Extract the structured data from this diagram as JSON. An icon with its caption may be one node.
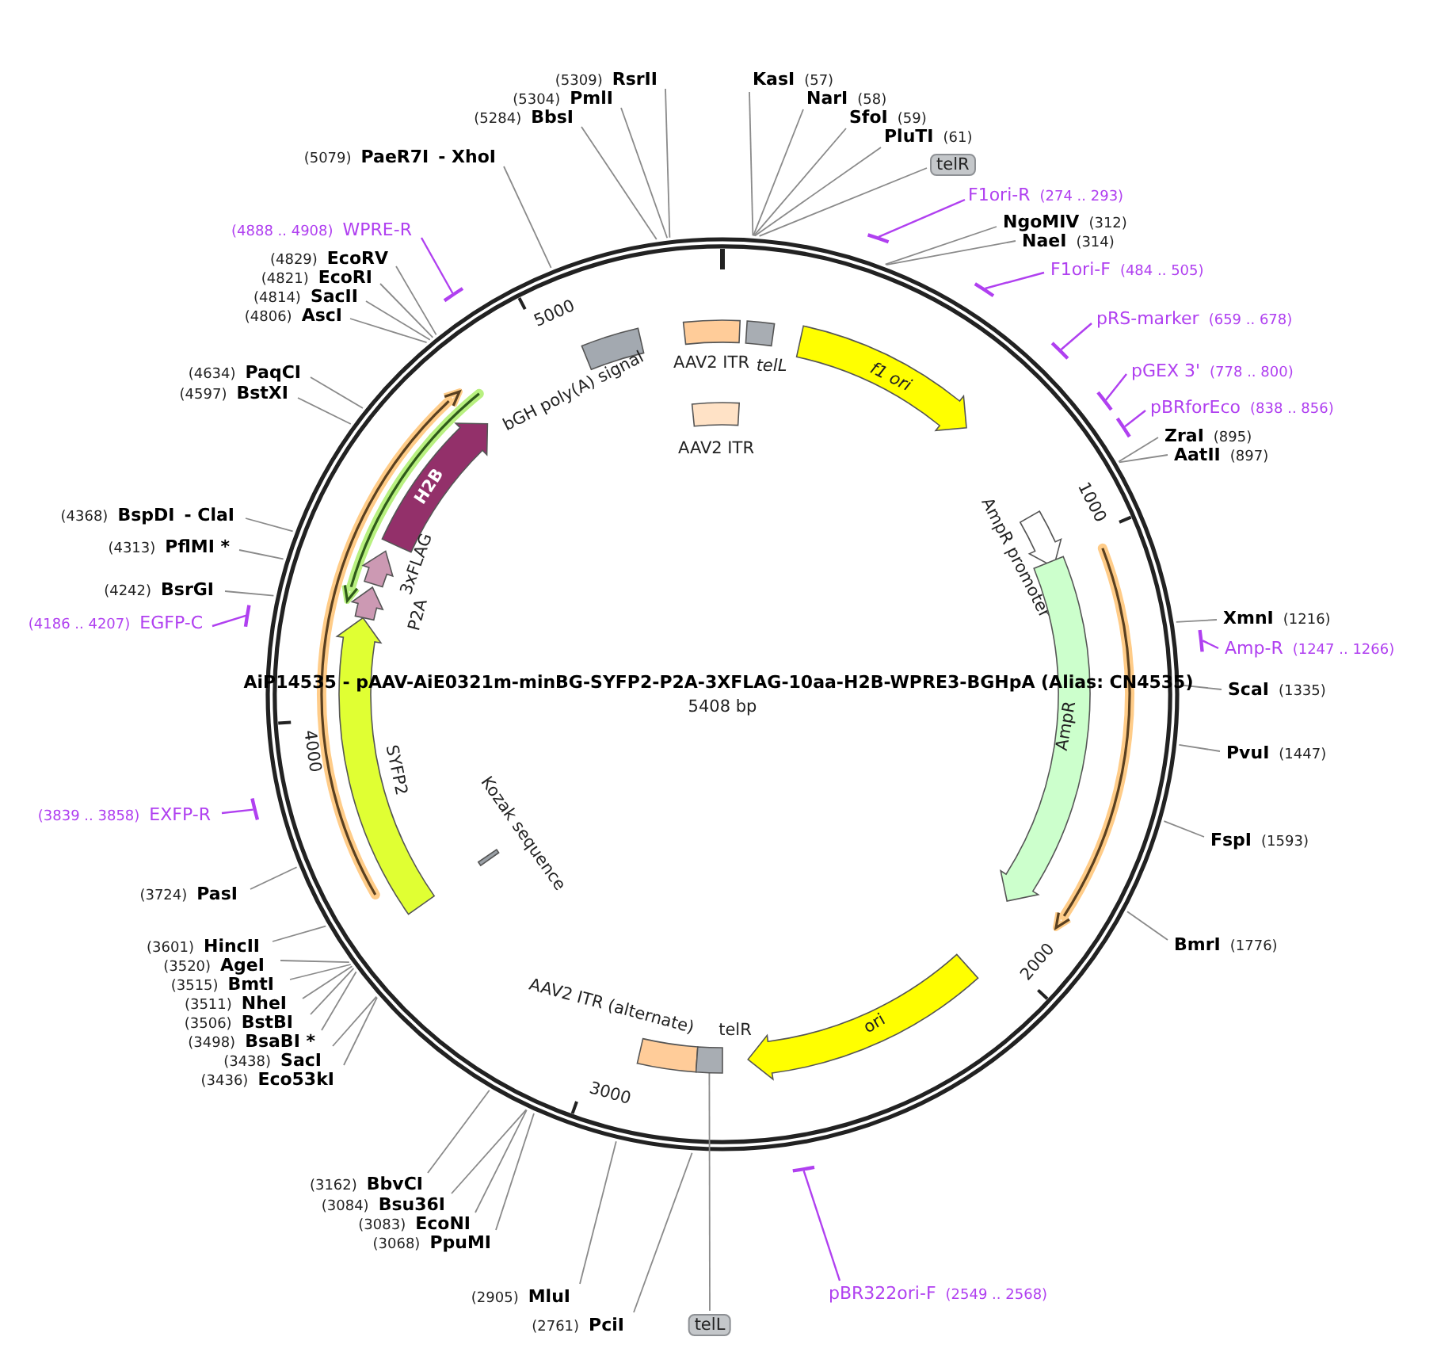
{
  "diagram": {
    "title": "AiP14535 - pAAV-AiE0321m-minBG-SYFP2-P2A-3XFLAG-10aa-H2B-WPRE3-BGHpA (Alias: CN4535)",
    "nodes": [
      {
        "text": [
          "(5309)",
          "RsrII"
        ]
      },
      {
        "text": [
          "(5304)",
          "PmlI"
        ]
      },
      {
        "text": [
          "(5284)",
          "BbsI"
        ]
      },
      {
        "text": [
          "KasI",
          "(57)"
        ]
      },
      {
        "text": [
          "NarI",
          "(58)"
        ]
      },
      {
        "text": [
          "SfoI",
          "(59)"
        ]
      },
      {
        "text": [
          "PluTI",
          "(61)"
        ]
      },
      {
        "text": [
          "(5079)",
          "PaeR7I",
          "- XhoI"
        ]
      },
      {
        "text": [
          "telR"
        ]
      },
      {
        "text": [
          "F1ori-R",
          "(274 .. 293)"
        ]
      },
      {
        "text": [
          "NgoMIV",
          "(312)"
        ]
      },
      {
        "text": [
          "NaeI",
          "(314)"
        ]
      },
      {
        "text": [
          "(4888 .. 4908)",
          "WPRE-R"
        ]
      },
      {
        "text": [
          "(4829)",
          "EcoRV"
        ]
      },
      {
        "text": [
          "(4821)",
          "EcoRI"
        ]
      },
      {
        "text": [
          "(4814)",
          "SacII"
        ]
      },
      {
        "text": [
          "(4806)",
          "AscI"
        ]
      },
      {
        "text": [
          "F1ori-F",
          "(484 .. 505)"
        ]
      },
      {
        "text": [
          "pRS-marker",
          "(659 .. 678)"
        ]
      },
      {
        "text": [
          "(4634)",
          "PaqCI"
        ]
      },
      {
        "text": [
          "(4597)",
          "BstXI"
        ]
      },
      {
        "text": [
          "pGEX 3'",
          "(778 .. 800)"
        ]
      },
      {
        "text": [
          "pBRforEco",
          "(838 .. 856)"
        ]
      },
      {
        "text": [
          "ZraI",
          "(895)"
        ]
      },
      {
        "text": [
          "AatII",
          "(897)"
        ]
      },
      {
        "text": [
          "(4368)",
          "BspDI",
          "- ClaI"
        ]
      },
      {
        "text": [
          "(4313)",
          "PflMI *"
        ]
      },
      {
        "text": [
          "(4242)",
          "BsrGI"
        ]
      },
      {
        "text": [
          "XmnI",
          "(1216)"
        ]
      },
      {
        "text": [
          "(4186 .. 4207)",
          "EGFP-C"
        ]
      },
      {
        "text": [
          "Amp-R",
          "(1247 .. 1266)"
        ]
      },
      {
        "text": [
          "ScaI",
          "(1335)"
        ]
      },
      {
        "text": [
          "PvuI",
          "(1447)"
        ]
      },
      {
        "text": [
          "(3839 .. 3858)",
          "EXFP-R"
        ]
      },
      {
        "text": [
          "FspI",
          "(1593)"
        ]
      },
      {
        "text": [
          "(3724)",
          "PasI"
        ]
      },
      {
        "text": [
          "BmrI",
          "(1776)"
        ]
      },
      {
        "text": [
          "(3601)",
          "HincII"
        ]
      },
      {
        "text": [
          "(3520)",
          "AgeI"
        ]
      },
      {
        "text": [
          "(3515)",
          "BmtI"
        ]
      },
      {
        "text": [
          "(3511)",
          "NheI"
        ]
      },
      {
        "text": [
          "(3506)",
          "BstBI"
        ]
      },
      {
        "text": [
          "(3498)",
          "BsaBI *"
        ]
      },
      {
        "text": [
          "(3438)",
          "SacI"
        ]
      },
      {
        "text": [
          "(3436)",
          "Eco53kI"
        ]
      },
      {
        "text": [
          "(3162)",
          "BbvCI"
        ]
      },
      {
        "text": [
          "(3084)",
          "Bsu36I"
        ]
      },
      {
        "text": [
          "(3083)",
          "EcoNI"
        ]
      },
      {
        "text": [
          "(3068)",
          "PpuMI"
        ]
      },
      {
        "text": [
          "(2905)",
          "MluI"
        ]
      },
      {
        "text": [
          "pBR322ori-F",
          "(2549 .. 2568)"
        ]
      },
      {
        "text": [
          "(2761)",
          "PciI"
        ]
      },
      {
        "text": [
          "telL"
        ]
      },
      {
        "text": [
          "AAV2 ITR"
        ]
      },
      {
        "text": [
          "telL"
        ]
      },
      {
        "text": [
          "f1 ori"
        ]
      },
      {
        "text": [
          "AAV2 ITR"
        ]
      },
      {
        "text": [
          "bGH poly(A) signal"
        ]
      },
      {
        "text": [
          "AmpR promoter"
        ]
      },
      {
        "text": [
          "AmpR"
        ]
      },
      {
        "text": [
          "ori"
        ]
      },
      {
        "text": [
          "AAV2 ITR (alternate)"
        ]
      },
      {
        "text": [
          "telR"
        ]
      },
      {
        "text": [
          "Kozak sequence"
        ]
      },
      {
        "text": [
          "SYFP2"
        ]
      },
      {
        "text": [
          "H2B"
        ]
      },
      {
        "text": [
          "3xFLAG"
        ]
      },
      {
        "text": [
          "P2A"
        ]
      },
      {
        "text": [],
        "shape": "bar"
      },
      {
        "text": [],
        "shape": "bar"
      },
      {
        "text": [],
        "shape": "bar"
      },
      {
        "text": [],
        "shape": "bar"
      },
      {
        "text": [],
        "shape": "bar"
      },
      {
        "text": [],
        "shape": "bar"
      },
      {
        "text": [],
        "shape": "bar"
      },
      {
        "text": [],
        "shape": "bar"
      },
      {
        "text": [],
        "shape": "bar"
      },
      {
        "text": [],
        "shape": "bar"
      }
    ],
    "edges": [
      {
        "from": 0,
        "to": null,
        "arrow": "none"
      },
      {
        "from": 1,
        "to": null,
        "arrow": "none"
      },
      {
        "from": 2,
        "to": null,
        "arrow": "none"
      },
      {
        "from": 3,
        "to": null,
        "arrow": "none"
      },
      {
        "from": 4,
        "to": null,
        "arrow": "none"
      },
      {
        "from": 5,
        "to": null,
        "arrow": "none"
      },
      {
        "from": 6,
        "to": null,
        "arrow": "none"
      },
      {
        "from": 7,
        "to": null,
        "arrow": "none"
      },
      {
        "from": 8,
        "to": null,
        "arrow": "none"
      },
      {
        "from": 9,
        "to": 68,
        "arrow": "none",
        "color": "#b040f0"
      },
      {
        "from": 10,
        "to": null,
        "arrow": "none"
      },
      {
        "from": 11,
        "to": null,
        "arrow": "none"
      },
      {
        "from": 12,
        "to": 69,
        "arrow": "none",
        "color": "#b040f0"
      },
      {
        "from": 13,
        "to": null,
        "arrow": "none"
      },
      {
        "from": 14,
        "to": null,
        "arrow": "none"
      },
      {
        "from": 15,
        "to": null,
        "arrow": "none"
      },
      {
        "from": 16,
        "to": null,
        "arrow": "none"
      },
      {
        "from": 17,
        "to": 70,
        "arrow": "none",
        "color": "#b040f0"
      },
      {
        "from": 18,
        "to": 71,
        "arrow": "none",
        "color": "#b040f0"
      },
      {
        "from": 19,
        "to": null,
        "arrow": "none"
      },
      {
        "from": 20,
        "to": null,
        "arrow": "none"
      },
      {
        "from": 21,
        "to": 72,
        "arrow": "none",
        "color": "#b040f0"
      },
      {
        "from": 22,
        "to": 73,
        "arrow": "none",
        "color": "#b040f0"
      },
      {
        "from": 23,
        "to": null,
        "arrow": "none"
      },
      {
        "from": 24,
        "to": null,
        "arrow": "none"
      },
      {
        "from": 25,
        "to": null,
        "arrow": "none"
      },
      {
        "from": 26,
        "to": null,
        "arrow": "none"
      },
      {
        "from": 27,
        "to": null,
        "arrow": "none"
      },
      {
        "from": 28,
        "to": null,
        "arrow": "none"
      },
      {
        "from": 29,
        "to": 74,
        "arrow": "none",
        "color": "#b040f0"
      },
      {
        "from": 30,
        "to": 75,
        "arrow": "none",
        "color": "#b040f0"
      },
      {
        "from": 31,
        "to": null,
        "arrow": "none"
      },
      {
        "from": 32,
        "to": null,
        "arrow": "none"
      },
      {
        "from": 33,
        "to": 76,
        "arrow": "none",
        "color": "#b040f0"
      },
      {
        "from": 34,
        "to": null,
        "arrow": "none"
      },
      {
        "from": 35,
        "to": null,
        "arrow": "none"
      },
      {
        "from": 36,
        "to": null,
        "arrow": "none"
      },
      {
        "from": 37,
        "to": null,
        "arrow": "none"
      },
      {
        "from": 38,
        "to": null,
        "arrow": "none"
      },
      {
        "from": 39,
        "to": null,
        "arrow": "none"
      },
      {
        "from": 40,
        "to": null,
        "arrow": "none"
      },
      {
        "from": 41,
        "to": null,
        "arrow": "none"
      },
      {
        "from": 42,
        "to": null,
        "arrow": "none"
      },
      {
        "from": 43,
        "to": null,
        "arrow": "none"
      },
      {
        "from": 44,
        "to": null,
        "arrow": "none"
      },
      {
        "from": 45,
        "to": null,
        "arrow": "none"
      },
      {
        "from": 46,
        "to": null,
        "arrow": "none"
      },
      {
        "from": 47,
        "to": null,
        "arrow": "none"
      },
      {
        "from": 48,
        "to": null,
        "arrow": "none"
      },
      {
        "from": 49,
        "to": null,
        "arrow": "none"
      },
      {
        "from": 50,
        "to": 77,
        "arrow": "none",
        "color": "#b040f0"
      },
      {
        "from": 51,
        "to": null,
        "arrow": "none"
      },
      {
        "from": 52,
        "to": 62,
        "arrow": "none"
      }
    ],
    "labels": [
      "5000",
      "1000",
      "5408 bp",
      "4000",
      "2000",
      "3000"
    ]
  }
}
